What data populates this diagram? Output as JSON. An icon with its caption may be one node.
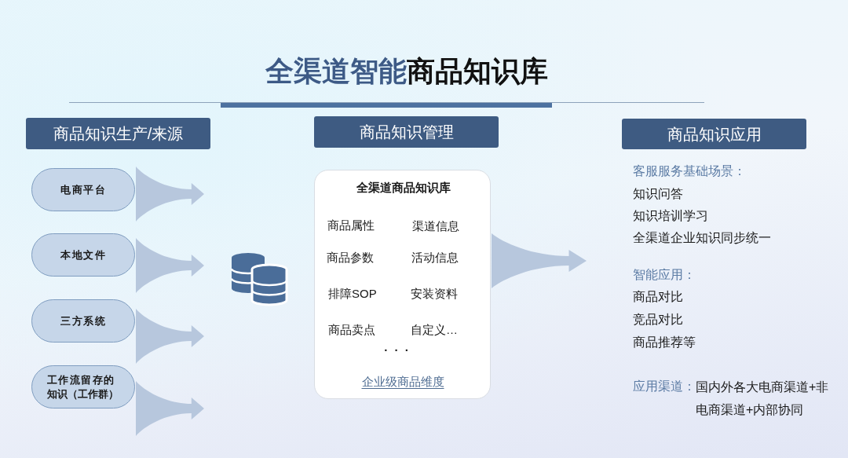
{
  "diagram": {
    "title": "**全渠道智能**商品知识库",
    "nodes": [
      {
        "text": [
          "商品知识生产/来源"
        ]
      },
      {
        "text": [
          "商品知识管理"
        ]
      },
      {
        "text": [
          "商品知识应用"
        ]
      },
      {
        "text": [
          "电商平台"
        ]
      },
      {
        "text": [
          "本地文件"
        ]
      },
      {
        "text": [
          "三方系统"
        ]
      },
      {
        "text": [
          "工作流留存的知识（工作群）"
        ]
      },
      {
        "text": [],
        "shape": "cylinder"
      },
      {
        "text": [
          "全渠道商品知识库",
          "商品属性",
          "渠道信息",
          "商品参数",
          "活动信息",
          "排障SOP",
          "安装资料",
          "商品卖点",
          "自定义…",
          "· · ·",
          "企业级商品维度"
        ]
      }
    ],
    "edges": [
      {
        "from": 3,
        "to": null,
        "arrow": "to"
      },
      {
        "from": 4,
        "to": null,
        "arrow": "to"
      },
      {
        "from": 5,
        "to": null,
        "arrow": "to"
      },
      {
        "from": 6,
        "to": null,
        "arrow": "to"
      },
      {
        "from": 8,
        "to": null,
        "arrow": "to"
      }
    ],
    "labels": [
      "客服服务基础场景：",
      "知识问答",
      "知识培训学习",
      "全渠道企业知识同步统一",
      "智能应用：",
      "商品对比",
      "竞品对比",
      "商品推荐等",
      "应用渠道：",
      "国内外各大电商渠道+非电商渠道+内部协同"
    ]
  }
}
